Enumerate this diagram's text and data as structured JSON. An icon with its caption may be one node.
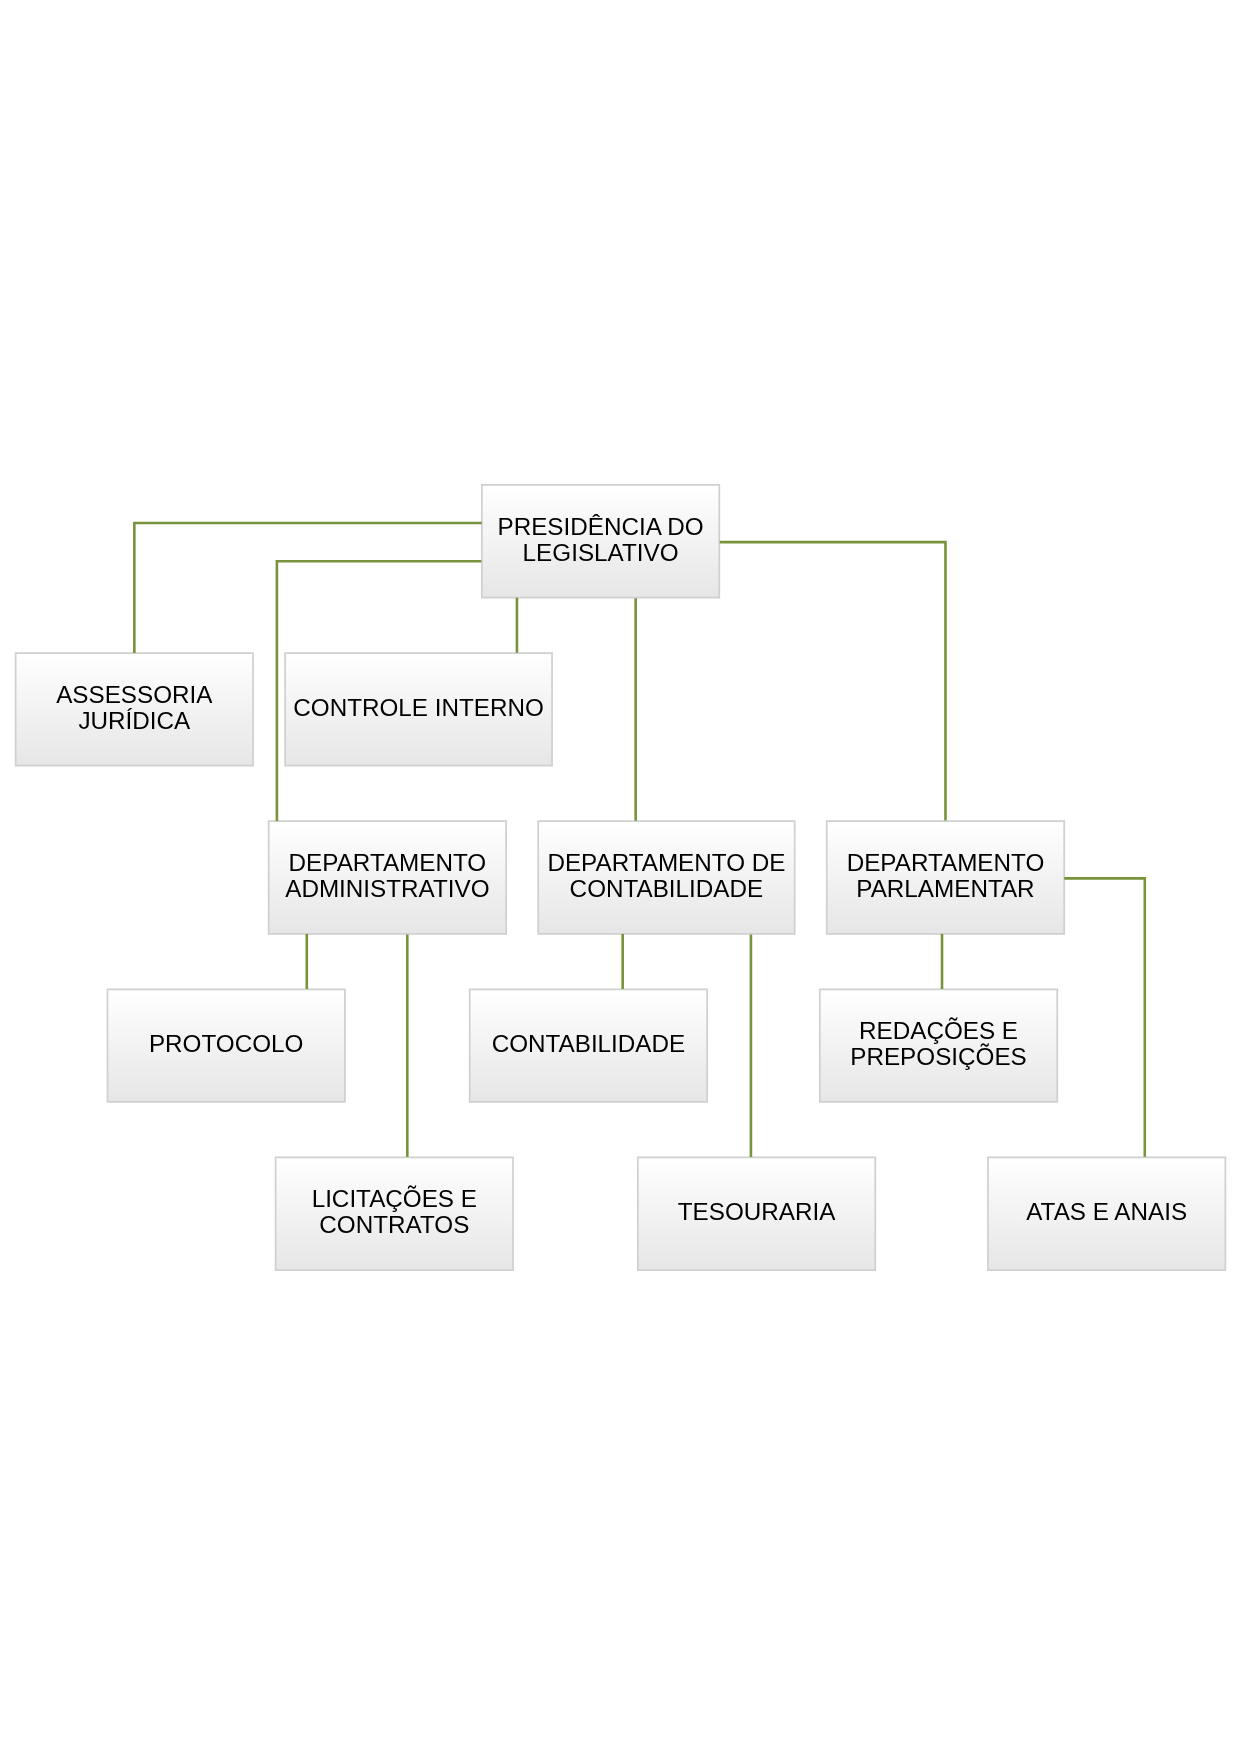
{
  "diagram": {
    "nodes": [
      {
        "text": [
          "PRESIDÊNCIA DO LEGISLATIVO"
        ]
      },
      {
        "text": [
          "ASSESSORIA JURÍDICA"
        ]
      },
      {
        "text": [
          "CONTROLE INTERNO"
        ]
      },
      {
        "text": [
          "DEPARTAMENTO ADMINISTRATIVO"
        ]
      },
      {
        "text": [
          "DEPARTAMENTO DE CONTABILIDADE"
        ]
      },
      {
        "text": [
          "DEPARTAMENTO PARLAMENTAR"
        ]
      },
      {
        "text": [
          "PROTOCOLO"
        ]
      },
      {
        "text": [
          "CONTABILIDADE"
        ]
      },
      {
        "text": [
          "REDAÇÕES E PREPOSIÇÕES"
        ]
      },
      {
        "text": [
          "LICITAÇÕES E CONTRATOS"
        ]
      },
      {
        "text": [
          "TESOURARIA"
        ]
      },
      {
        "text": [
          "ATAS E ANAIS"
        ]
      }
    ],
    "edges": [
      {
        "from": 0,
        "to": 1,
        "arrow": "none"
      },
      {
        "from": 0,
        "to": 2,
        "arrow": "none"
      },
      {
        "from": 0,
        "to": 3,
        "arrow": "none"
      },
      {
        "from": 0,
        "to": 4,
        "arrow": "none"
      },
      {
        "from": 0,
        "to": 5,
        "arrow": "none"
      },
      {
        "from": 3,
        "to": 6,
        "arrow": "none"
      },
      {
        "from": 3,
        "to": 9,
        "arrow": "none"
      },
      {
        "from": 4,
        "to": 7,
        "arrow": "none"
      },
      {
        "from": 4,
        "to": 10,
        "arrow": "none"
      },
      {
        "from": 5,
        "to": 8,
        "arrow": "none"
      },
      {
        "from": 5,
        "to": 11,
        "arrow": "none"
      }
    ]
  }
}
